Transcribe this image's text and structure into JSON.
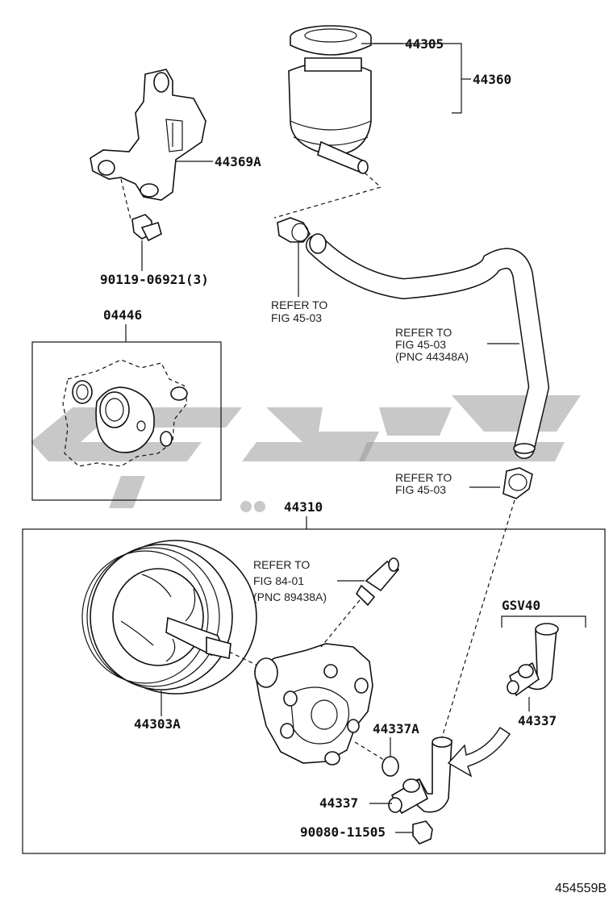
{
  "labels": {
    "cap": "44305",
    "reservoir": "44360",
    "bracket": "44369A",
    "bolt_top": "90119-06921(3)",
    "gasket_kit": "04446",
    "pump_assy": "44310",
    "pulley": "44303A",
    "oring": "44337A",
    "union_gsv40": "44337",
    "union": "44337",
    "bolt_bottom": "90080-11505",
    "variant": "GSV40",
    "drawing_code": "454559B"
  },
  "refs": {
    "clamp_top": {
      "line1": "REFER TO",
      "line2": "FIG 45-03"
    },
    "hose": {
      "line1": "REFER TO",
      "line2": "FIG 45-03",
      "line3": "(PNC 44348A)"
    },
    "clamp_bottom": {
      "line1": "REFER TO",
      "line2": "FIG 45-03"
    },
    "sensor": {
      "line1": "REFER TO",
      "line2": "FIG 84-01",
      "line3": "(PNC 89438A)"
    }
  },
  "watermark": {
    "text": "قطع اكس",
    "color": "#9a9a9a"
  }
}
